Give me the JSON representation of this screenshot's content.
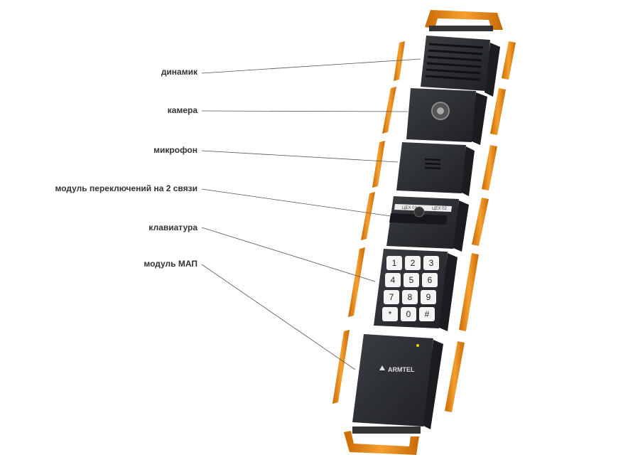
{
  "labels": {
    "speaker": "динамик",
    "camera": "камера",
    "microphone": "микрофон",
    "switch_module": "модуль переключений на 2 связи",
    "keypad": "клавиатура",
    "map_module": "модуль МАП"
  },
  "switch_module": {
    "left_label": "ЦЕХ 01",
    "right_label": "ЦЕХ 02"
  },
  "keypad_keys": [
    "1",
    "2",
    "3",
    "4",
    "5",
    "6",
    "7",
    "8",
    "9",
    "*",
    "0",
    "#"
  ],
  "brand": "ARMTEL",
  "colors": {
    "frame": "#e8860f",
    "module": "#2a2c30",
    "line": "#555555"
  }
}
